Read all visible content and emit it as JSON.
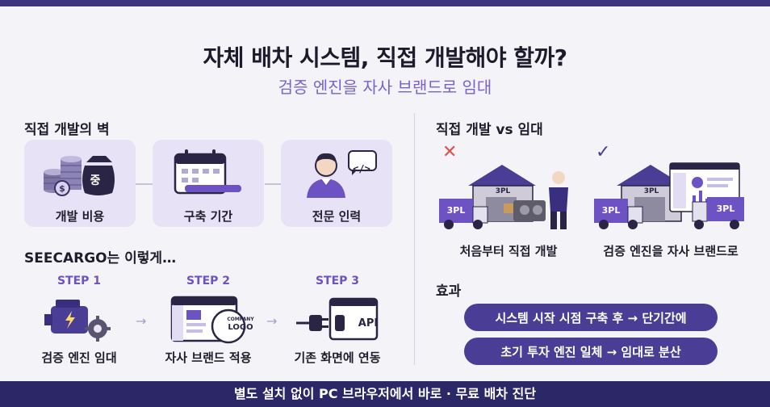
{
  "header": {
    "title": "자체 배차 시스템, 직접 개발해야 할까?",
    "subtitle": "검증 엔진을 자사 브랜드로 임대"
  },
  "barriers": {
    "title": "직접 개발의 벽",
    "cards": [
      {
        "label": "개발 비용",
        "icon": "money-bag-icon",
        "bag_glyph": "중"
      },
      {
        "label": "구축 기간",
        "icon": "calendar-icon"
      },
      {
        "label": "전문 인력",
        "icon": "developer-icon",
        "code_glyph": "</>"
      }
    ]
  },
  "seecargo": {
    "title": "SEECARGO는 이렇게…",
    "steps": [
      {
        "step": "STEP 1",
        "label": "검증 엔진 임대",
        "icon": "engine-gear-icon"
      },
      {
        "step": "STEP 2",
        "label": "자사 브랜드 적용",
        "icon": "company-logo-icon",
        "logo_line1": "COMPANY",
        "logo_line2": "LOGO"
      },
      {
        "step": "STEP 3",
        "label": "기존 화면에 연동",
        "icon": "api-plug-icon",
        "api_text": "API"
      }
    ]
  },
  "compare": {
    "title": "직접 개발 vs 임대",
    "left": {
      "mark": "✕",
      "caption": "처음부터 직접 개발",
      "truck_text": "3PL",
      "building_text": "3PL"
    },
    "right": {
      "mark": "✓",
      "caption": "검증 엔진을 자사 브랜드로",
      "truck_text": "3PL",
      "truck2_text": "3PL",
      "building_text": "3PL"
    }
  },
  "effects": {
    "title": "효과",
    "items": [
      "시스템 시작 시점 구축 후 → 단기간에",
      "초기 투자 엔진 일체 → 임대로 분산"
    ]
  },
  "footer": {
    "text": "별도 설치 없이 PC 브라우저에서 바로 · 무료 배차 진단"
  },
  "colors": {
    "accent": "#4a3d96",
    "accent_light": "#e7e2f6",
    "dark_bar": "#2c2766",
    "step_purple": "#6c52c2",
    "subtitle_purple": "#7b62c9",
    "error_red": "#d9534f"
  }
}
